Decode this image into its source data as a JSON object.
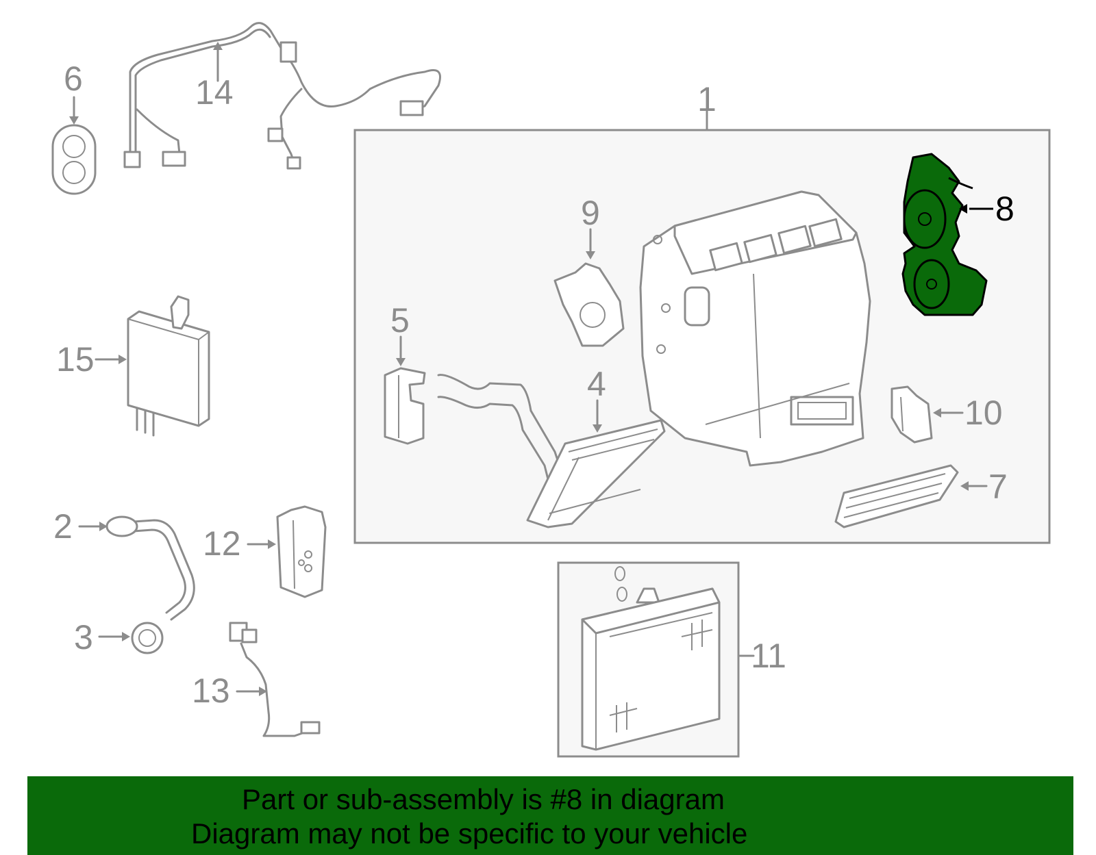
{
  "diagram": {
    "highlight_color": "#0a6a0a",
    "line_color": "#8c8c8c",
    "callouts": {
      "c1": "1",
      "c2": "2",
      "c3": "3",
      "c4": "4",
      "c5": "5",
      "c6": "6",
      "c7": "7",
      "c8": "8",
      "c9": "9",
      "c10": "10",
      "c11": "11",
      "c12": "12",
      "c13": "13",
      "c14": "14",
      "c15": "15"
    },
    "highlighted_part": "8"
  },
  "banner": {
    "line1": "Part or sub-assembly is #8 in diagram",
    "line2": "Diagram may not be specific to your vehicle",
    "background": "#0a6a0a"
  }
}
